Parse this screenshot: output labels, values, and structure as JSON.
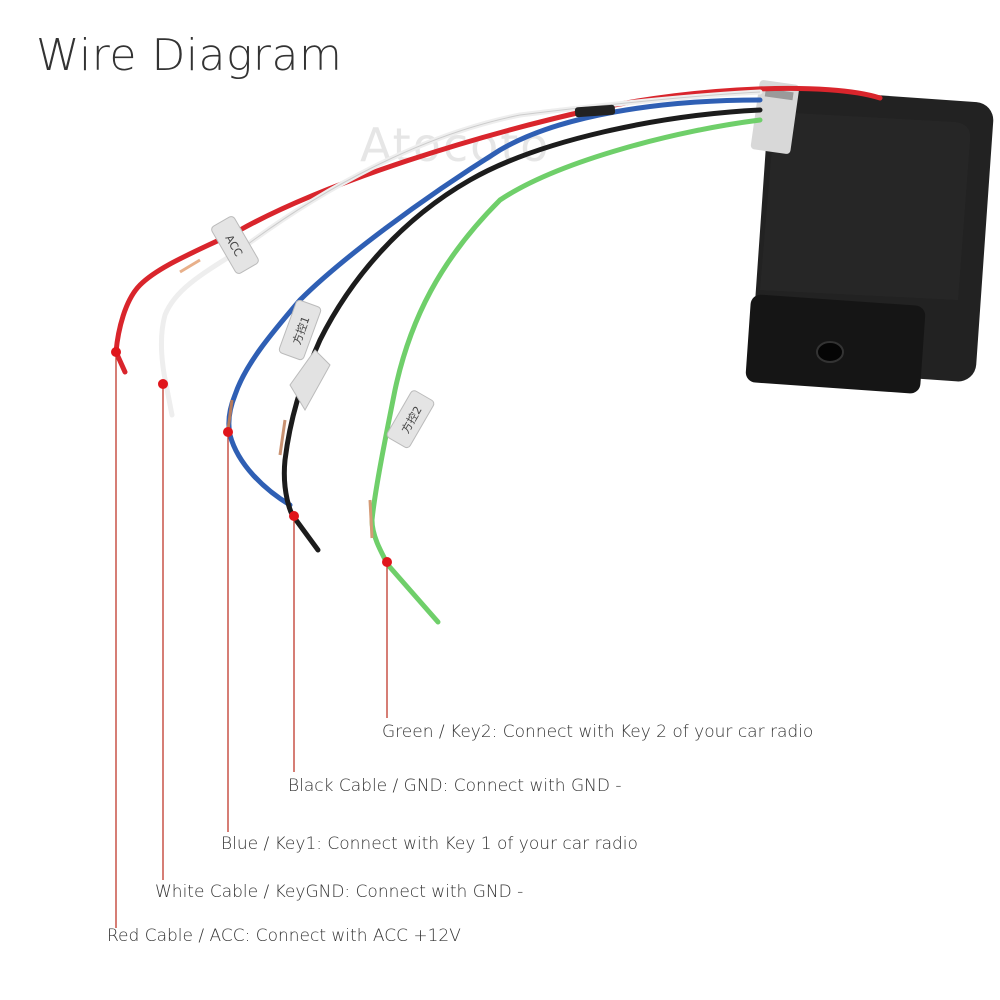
{
  "title": "Wire Diagram",
  "watermark": "Atocoto",
  "tags": {
    "red": "ACC",
    "blue": "方控1",
    "green": "方控2"
  },
  "colors": {
    "red": "#d9252c",
    "white": "#f2f2f2",
    "blue": "#2f5fb4",
    "black": "#1c1c1c",
    "green": "#6fcf6a",
    "leader": "#c0392b",
    "dot": "#e0151b",
    "box": "#1f1f1f"
  },
  "labels": {
    "green": "Green / Key2: Connect with Key 2 of your car radio",
    "black": "Black Cable / GND: Connect with GND -",
    "blue": "Blue / Key1: Connect with Key 1 of your car radio",
    "white": "White Cable / KeyGND: Connect with GND -",
    "red": "Red Cable / ACC: Connect with ACC +12V"
  }
}
